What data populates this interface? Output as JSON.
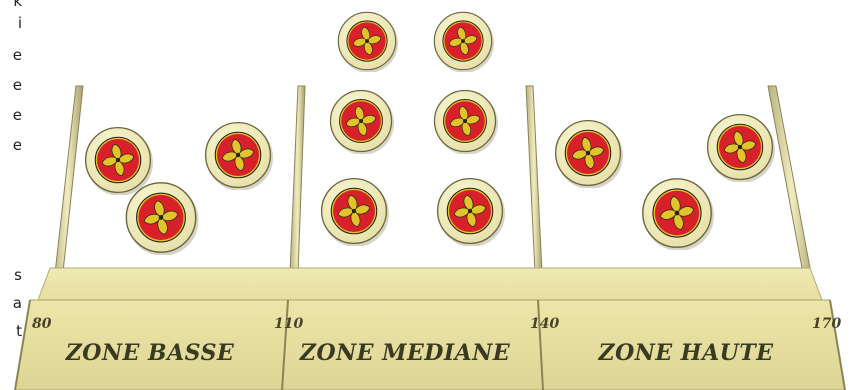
{
  "side_text": [
    "k",
    "i",
    "e",
    "e",
    "e",
    "e",
    "s",
    "a",
    "t"
  ],
  "zones": [
    {
      "label": "ZONE BASSE"
    },
    {
      "label": "ZONE MEDIANE"
    },
    {
      "label": "ZONE HAUTE"
    }
  ],
  "scale_marks": [
    "80",
    "110",
    "140",
    "170"
  ],
  "colors": {
    "wood_light": "#f4efb8",
    "wood_mid": "#e2dba0",
    "wood_dark": "#c7be84",
    "palet_fill": "#f6f2c4",
    "palet_red": "#d8202a",
    "palet_yellow": "#e0c42a",
    "text_dark": "#3a3a22"
  },
  "palet_icon": "lauburu-cross-icon",
  "palet_count": 12
}
